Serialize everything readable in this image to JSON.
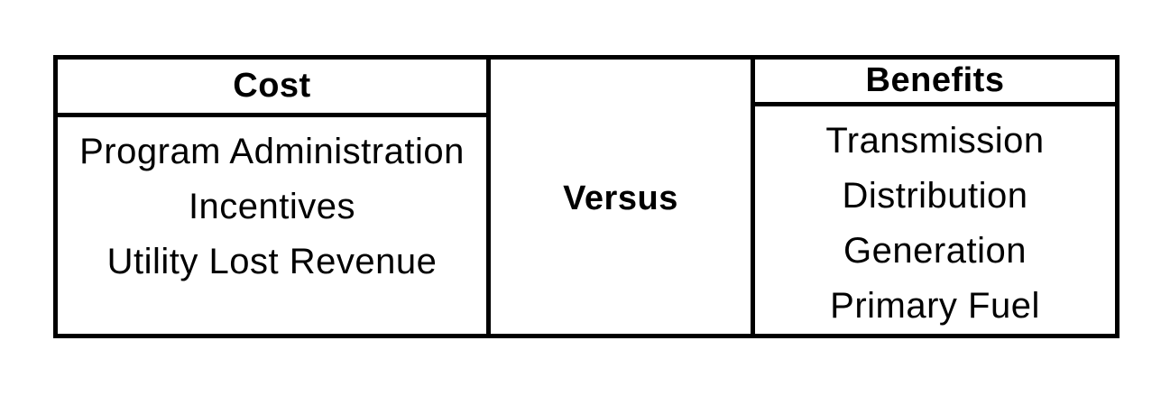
{
  "table": {
    "cost": {
      "header": "Cost",
      "items": [
        "Program Administration",
        "Incentives",
        "Utility Lost Revenue"
      ]
    },
    "versus": "Versus",
    "benefits": {
      "header": "Benefits",
      "items": [
        "Transmission",
        "Distribution",
        "Generation",
        "Primary Fuel"
      ]
    }
  }
}
